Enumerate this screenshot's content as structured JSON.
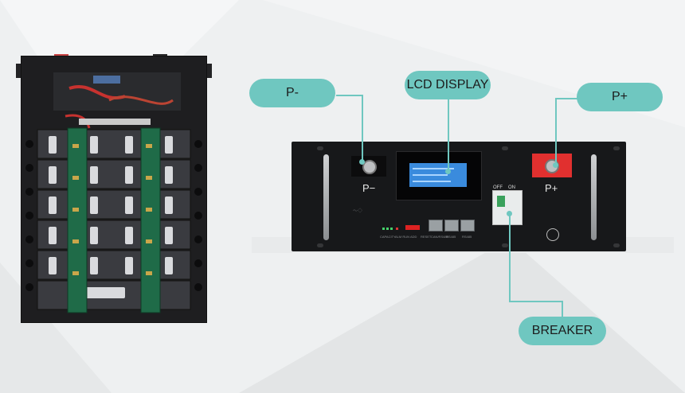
{
  "callouts": {
    "p_minus": "P-",
    "lcd_display": "LCD DISPLAY",
    "p_plus": "P+",
    "breaker": "BREAKER"
  },
  "panel_labels": {
    "neg_terminal": "P−",
    "pos_terminal": "P+",
    "breaker_off": "OFF",
    "breaker_on": "ON",
    "capacity": "CAPACITY",
    "alm_run": "ALM RUN",
    "add": "ADD",
    "reset": "RESET",
    "port_1": "CAN/RS485",
    "port_2": "RS485",
    "port_3": "RS485"
  },
  "colors": {
    "callout": "#6fc7c0",
    "panel": "#17181a",
    "positive_terminal": "#e1302f",
    "lcd": "#3a8bdd"
  }
}
